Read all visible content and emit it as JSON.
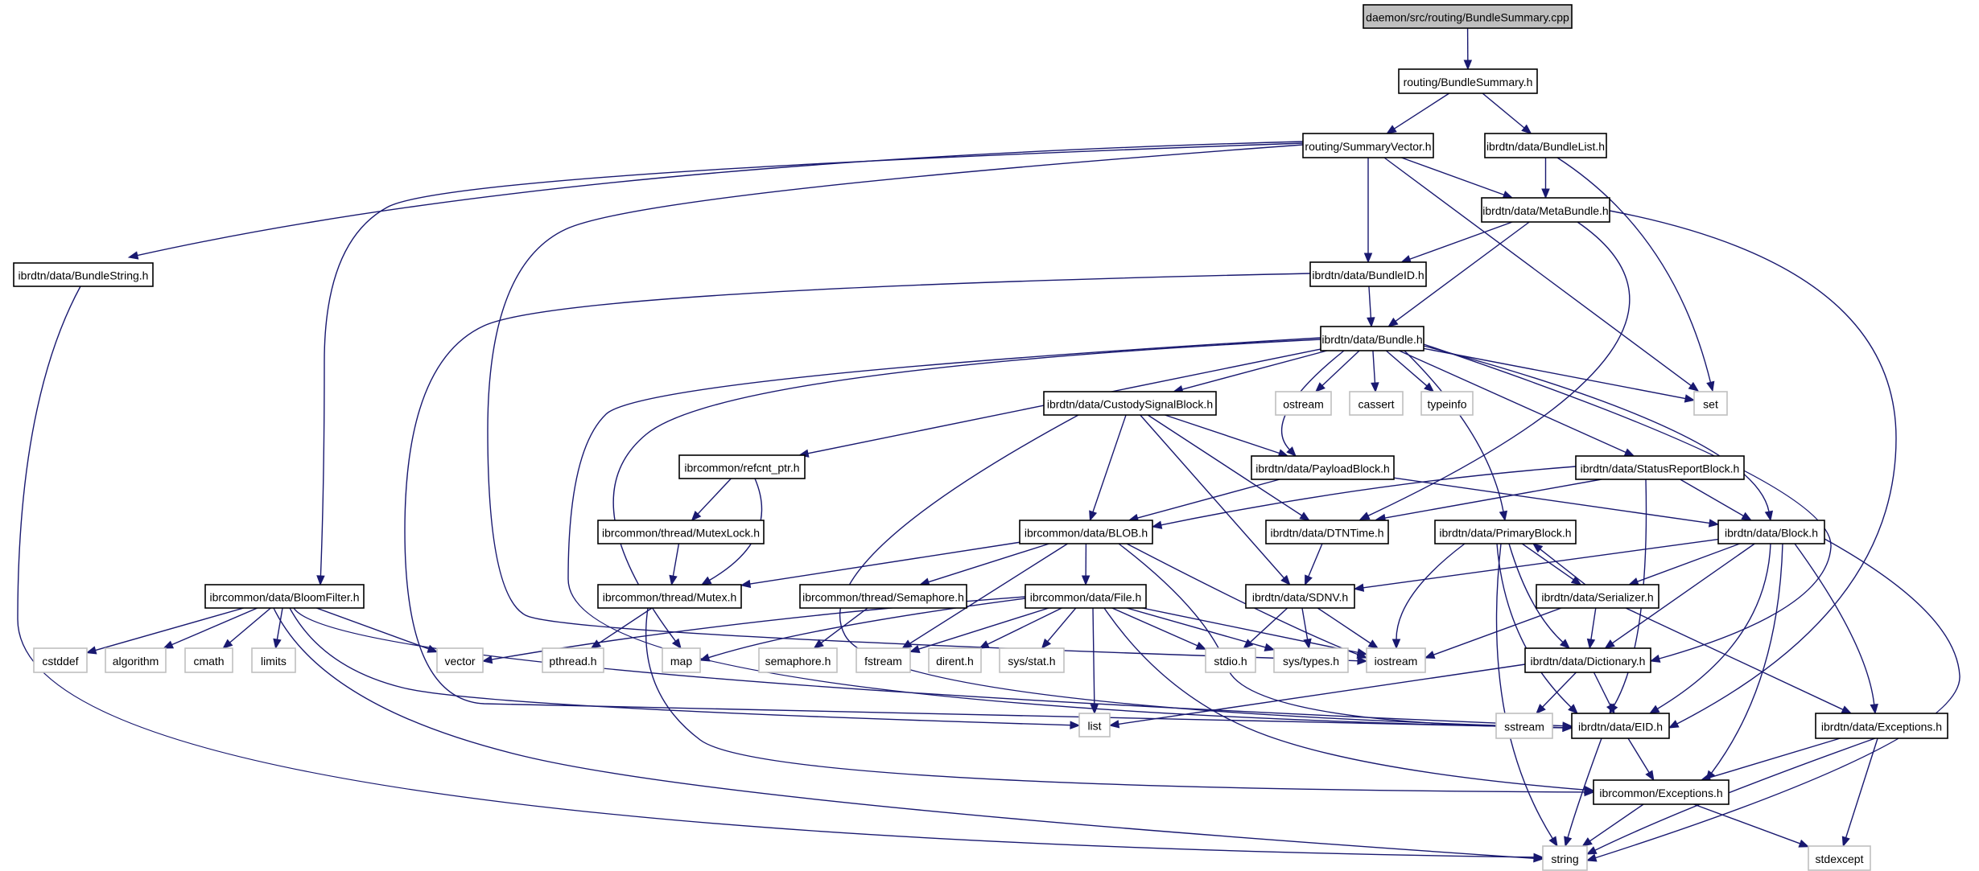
{
  "diagram": {
    "title": "daemon/src/routing/BundleSummary.cpp",
    "edge_color": "#191970",
    "root_fill": "#bfbfbf",
    "external_border": "#bfbfbf",
    "nodes": [
      {
        "id": "root",
        "label": "daemon/src/routing/BundleSummary.cpp",
        "kind": "root"
      },
      {
        "id": "BundleSummary",
        "label": "routing/BundleSummary.h",
        "kind": "internal"
      },
      {
        "id": "SummaryVector",
        "label": "routing/SummaryVector.h",
        "kind": "internal"
      },
      {
        "id": "BundleList",
        "label": "ibrdtn/data/BundleList.h",
        "kind": "internal"
      },
      {
        "id": "MetaBundle",
        "label": "ibrdtn/data/MetaBundle.h",
        "kind": "internal"
      },
      {
        "id": "BundleString",
        "label": "ibrdtn/data/BundleString.h",
        "kind": "internal"
      },
      {
        "id": "BundleID",
        "label": "ibrdtn/data/BundleID.h",
        "kind": "internal"
      },
      {
        "id": "Bundle",
        "label": "ibrdtn/data/Bundle.h",
        "kind": "internal"
      },
      {
        "id": "CustodySignalBlock",
        "label": "ibrdtn/data/CustodySignalBlock.h",
        "kind": "internal"
      },
      {
        "id": "ostream",
        "label": "ostream",
        "kind": "external"
      },
      {
        "id": "cassert",
        "label": "cassert",
        "kind": "external"
      },
      {
        "id": "typeinfo",
        "label": "typeinfo",
        "kind": "external"
      },
      {
        "id": "set",
        "label": "set",
        "kind": "external"
      },
      {
        "id": "refcnt_ptr",
        "label": "ibrcommon/refcnt_ptr.h",
        "kind": "internal"
      },
      {
        "id": "PayloadBlock",
        "label": "ibrdtn/data/PayloadBlock.h",
        "kind": "internal"
      },
      {
        "id": "StatusReportBlock",
        "label": "ibrdtn/data/StatusReportBlock.h",
        "kind": "internal"
      },
      {
        "id": "MutexLock",
        "label": "ibrcommon/thread/MutexLock.h",
        "kind": "internal"
      },
      {
        "id": "BLOB",
        "label": "ibrcommon/data/BLOB.h",
        "kind": "internal"
      },
      {
        "id": "DTNTime",
        "label": "ibrdtn/data/DTNTime.h",
        "kind": "internal"
      },
      {
        "id": "PrimaryBlock",
        "label": "ibrdtn/data/PrimaryBlock.h",
        "kind": "internal"
      },
      {
        "id": "Block",
        "label": "ibrdtn/data/Block.h",
        "kind": "internal"
      },
      {
        "id": "BloomFilter",
        "label": "ibrcommon/data/BloomFilter.h",
        "kind": "internal"
      },
      {
        "id": "Mutex",
        "label": "ibrcommon/thread/Mutex.h",
        "kind": "internal"
      },
      {
        "id": "Semaphore",
        "label": "ibrcommon/thread/Semaphore.h",
        "kind": "internal"
      },
      {
        "id": "File",
        "label": "ibrcommon/data/File.h",
        "kind": "internal"
      },
      {
        "id": "SDNV",
        "label": "ibrdtn/data/SDNV.h",
        "kind": "internal"
      },
      {
        "id": "Serializer",
        "label": "ibrdtn/data/Serializer.h",
        "kind": "internal"
      },
      {
        "id": "cstddef",
        "label": "cstddef",
        "kind": "external"
      },
      {
        "id": "algorithm",
        "label": "algorithm",
        "kind": "external"
      },
      {
        "id": "cmath",
        "label": "cmath",
        "kind": "external"
      },
      {
        "id": "limits",
        "label": "limits",
        "kind": "external"
      },
      {
        "id": "vector",
        "label": "vector",
        "kind": "external"
      },
      {
        "id": "pthread",
        "label": "pthread.h",
        "kind": "external"
      },
      {
        "id": "map",
        "label": "map",
        "kind": "external"
      },
      {
        "id": "semaphore_h",
        "label": "semaphore.h",
        "kind": "external"
      },
      {
        "id": "fstream",
        "label": "fstream",
        "kind": "external"
      },
      {
        "id": "dirent",
        "label": "dirent.h",
        "kind": "external"
      },
      {
        "id": "sysstat",
        "label": "sys/stat.h",
        "kind": "external"
      },
      {
        "id": "stdio",
        "label": "stdio.h",
        "kind": "external"
      },
      {
        "id": "systypes",
        "label": "sys/types.h",
        "kind": "external"
      },
      {
        "id": "iostream",
        "label": "iostream",
        "kind": "external"
      },
      {
        "id": "Dictionary",
        "label": "ibrdtn/data/Dictionary.h",
        "kind": "internal"
      },
      {
        "id": "list",
        "label": "list",
        "kind": "external"
      },
      {
        "id": "sstream",
        "label": "sstream",
        "kind": "external"
      },
      {
        "id": "EID",
        "label": "ibrdtn/data/EID.h",
        "kind": "internal"
      },
      {
        "id": "DataExceptions",
        "label": "ibrdtn/data/Exceptions.h",
        "kind": "internal"
      },
      {
        "id": "CommonExceptions",
        "label": "ibrcommon/Exceptions.h",
        "kind": "internal"
      },
      {
        "id": "string",
        "label": "string",
        "kind": "external"
      },
      {
        "id": "stdexcept",
        "label": "stdexcept",
        "kind": "external"
      }
    ],
    "edges": [
      [
        "root",
        "BundleSummary"
      ],
      [
        "BundleSummary",
        "SummaryVector"
      ],
      [
        "BundleSummary",
        "BundleList"
      ],
      [
        "SummaryVector",
        "BundleString"
      ],
      [
        "SummaryVector",
        "BloomFilter"
      ],
      [
        "SummaryVector",
        "iostream"
      ],
      [
        "SummaryVector",
        "MetaBundle"
      ],
      [
        "SummaryVector",
        "BundleID"
      ],
      [
        "SummaryVector",
        "set"
      ],
      [
        "BundleList",
        "MetaBundle"
      ],
      [
        "BundleList",
        "set"
      ],
      [
        "MetaBundle",
        "BundleID"
      ],
      [
        "MetaBundle",
        "Bundle"
      ],
      [
        "MetaBundle",
        "DTNTime"
      ],
      [
        "MetaBundle",
        "EID"
      ],
      [
        "BundleString",
        "string"
      ],
      [
        "BundleID",
        "Bundle"
      ],
      [
        "BundleID",
        "EID"
      ],
      [
        "Bundle",
        "EID"
      ],
      [
        "Bundle",
        "map"
      ],
      [
        "Bundle",
        "refcnt_ptr"
      ],
      [
        "Bundle",
        "CustodySignalBlock"
      ],
      [
        "Bundle",
        "PayloadBlock"
      ],
      [
        "Bundle",
        "ostream"
      ],
      [
        "Bundle",
        "cassert"
      ],
      [
        "Bundle",
        "typeinfo"
      ],
      [
        "Bundle",
        "PrimaryBlock"
      ],
      [
        "Bundle",
        "StatusReportBlock"
      ],
      [
        "Bundle",
        "set"
      ],
      [
        "Bundle",
        "Block"
      ],
      [
        "Bundle",
        "Dictionary"
      ],
      [
        "CustodySignalBlock",
        "BLOB"
      ],
      [
        "CustodySignalBlock",
        "PayloadBlock"
      ],
      [
        "CustodySignalBlock",
        "DTNTime"
      ],
      [
        "CustodySignalBlock",
        "SDNV"
      ],
      [
        "CustodySignalBlock",
        "EID"
      ],
      [
        "refcnt_ptr",
        "MutexLock"
      ],
      [
        "refcnt_ptr",
        "Mutex"
      ],
      [
        "MutexLock",
        "Mutex"
      ],
      [
        "PayloadBlock",
        "BLOB"
      ],
      [
        "PayloadBlock",
        "Block"
      ],
      [
        "StatusReportBlock",
        "BLOB"
      ],
      [
        "StatusReportBlock",
        "DTNTime"
      ],
      [
        "StatusReportBlock",
        "Block"
      ],
      [
        "StatusReportBlock",
        "EID"
      ],
      [
        "BLOB",
        "Mutex"
      ],
      [
        "BLOB",
        "Semaphore"
      ],
      [
        "BLOB",
        "File"
      ],
      [
        "BLOB",
        "fstream"
      ],
      [
        "BLOB",
        "iostream"
      ],
      [
        "BLOB",
        "EID"
      ],
      [
        "DTNTime",
        "SDNV"
      ],
      [
        "PrimaryBlock",
        "Serializer"
      ],
      [
        "PrimaryBlock",
        "Dictionary"
      ],
      [
        "PrimaryBlock",
        "iostream"
      ],
      [
        "PrimaryBlock",
        "EID"
      ],
      [
        "PrimaryBlock",
        "string"
      ],
      [
        "Block",
        "SDNV"
      ],
      [
        "Block",
        "Serializer"
      ],
      [
        "Block",
        "Dictionary"
      ],
      [
        "Block",
        "EID"
      ],
      [
        "Block",
        "DataExceptions"
      ],
      [
        "Block",
        "CommonExceptions"
      ],
      [
        "Block",
        "string"
      ],
      [
        "BloomFilter",
        "cstddef"
      ],
      [
        "BloomFilter",
        "algorithm"
      ],
      [
        "BloomFilter",
        "cmath"
      ],
      [
        "BloomFilter",
        "limits"
      ],
      [
        "BloomFilter",
        "vector"
      ],
      [
        "BloomFilter",
        "list"
      ],
      [
        "BloomFilter",
        "EID"
      ],
      [
        "BloomFilter",
        "string"
      ],
      [
        "Mutex",
        "pthread"
      ],
      [
        "Mutex",
        "CommonExceptions"
      ],
      [
        "Semaphore",
        "semaphore_h"
      ],
      [
        "File",
        "vector"
      ],
      [
        "File",
        "map"
      ],
      [
        "File",
        "fstream"
      ],
      [
        "File",
        "dirent"
      ],
      [
        "File",
        "sysstat"
      ],
      [
        "File",
        "stdio"
      ],
      [
        "File",
        "systypes"
      ],
      [
        "File",
        "iostream"
      ],
      [
        "File",
        "list"
      ],
      [
        "File",
        "CommonExceptions"
      ],
      [
        "SDNV",
        "stdio"
      ],
      [
        "SDNV",
        "systypes"
      ],
      [
        "SDNV",
        "iostream"
      ],
      [
        "Serializer",
        "PrimaryBlock"
      ],
      [
        "Serializer",
        "Dictionary"
      ],
      [
        "Serializer",
        "iostream"
      ],
      [
        "Serializer",
        "DataExceptions"
      ],
      [
        "Dictionary",
        "list"
      ],
      [
        "Dictionary",
        "sstream"
      ],
      [
        "Dictionary",
        "EID"
      ],
      [
        "EID",
        "CommonExceptions"
      ],
      [
        "EID",
        "string"
      ],
      [
        "DataExceptions",
        "CommonExceptions"
      ],
      [
        "DataExceptions",
        "string"
      ],
      [
        "DataExceptions",
        "stdexcept"
      ],
      [
        "CommonExceptions",
        "string"
      ],
      [
        "CommonExceptions",
        "stdexcept"
      ]
    ]
  }
}
